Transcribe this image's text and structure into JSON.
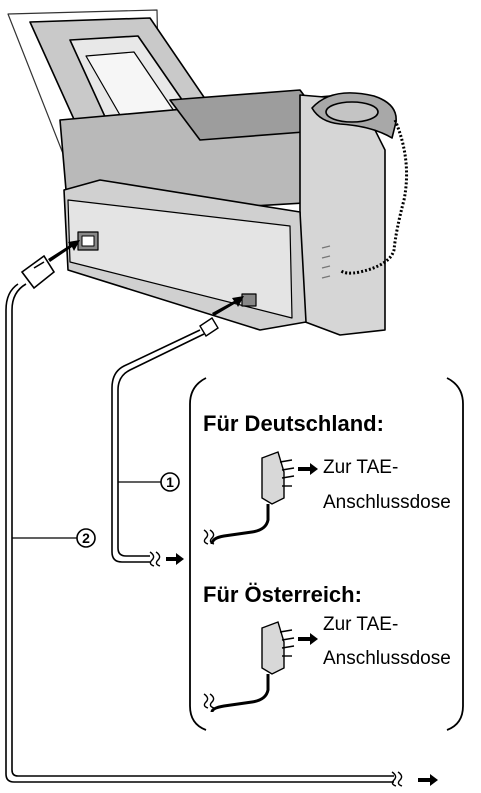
{
  "germany": {
    "heading": "Für Deutschland:",
    "target_line1": "Zur TAE-",
    "target_line2": "Anschlussdose"
  },
  "austria": {
    "heading": "Für Österreich:",
    "target_line1": "Zur TAE-",
    "target_line2": "Anschlussdose"
  },
  "callouts": {
    "phone_cord": "1",
    "power_cord": "2"
  },
  "icons": [
    "fax-machine-illustration",
    "power-plug-icon",
    "telephone-plug-icon",
    "tae-plug-icon",
    "arrow-right-icon",
    "cable-break-icon"
  ]
}
